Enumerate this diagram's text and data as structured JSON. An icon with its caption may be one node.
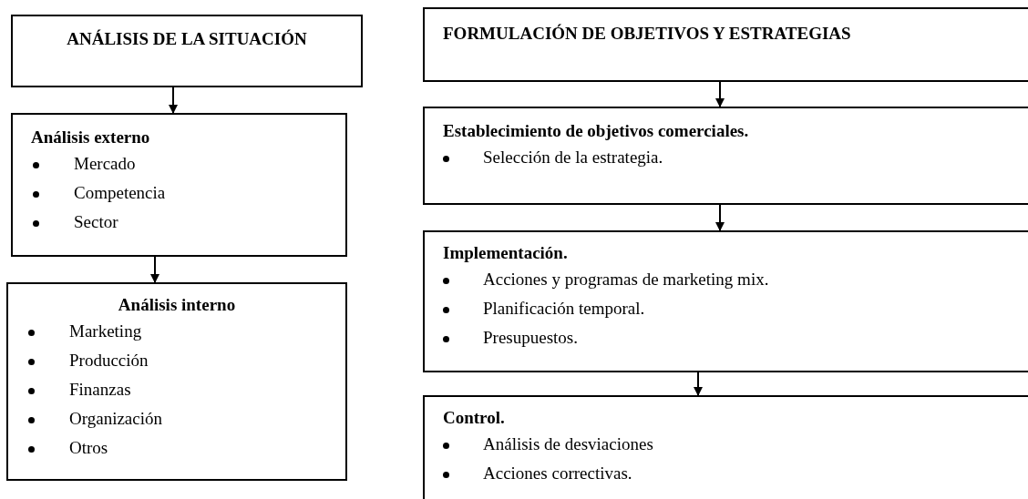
{
  "diagram": {
    "nodes": [
      {
        "text": [
          "ANÁLISIS DE LA SITUACIÓN"
        ]
      },
      {
        "text": [
          "Análisis externo",
          "Mercado",
          "Competencia",
          "Sector"
        ]
      },
      {
        "text": [
          "Análisis interno",
          "Marketing",
          "Producción",
          "Finanzas",
          "Organización",
          "Otros"
        ]
      },
      {
        "text": [
          "FORMULACIÓN DE OBJETIVOS Y ESTRATEGIAS"
        ]
      },
      {
        "text": [
          "**Establecimiento de objetivos comerciales**.",
          "Selección de la estrategia."
        ]
      },
      {
        "text": [
          "Implementación.",
          "Acciones y programas de marketing mix.",
          "Planificación temporal.",
          "Presupuestos."
        ]
      },
      {
        "text": [
          "Control.",
          "Análisis de desviaciones",
          "Acciones correctivas."
        ]
      }
    ],
    "edges": [
      {
        "from": 0,
        "to": 1,
        "arrow": "to"
      },
      {
        "from": 1,
        "to": 2,
        "arrow": "to"
      },
      {
        "from": 3,
        "to": 4,
        "arrow": "to"
      },
      {
        "from": 4,
        "to": 5,
        "arrow": "to"
      },
      {
        "from": 5,
        "to": 6,
        "arrow": "to"
      }
    ]
  }
}
